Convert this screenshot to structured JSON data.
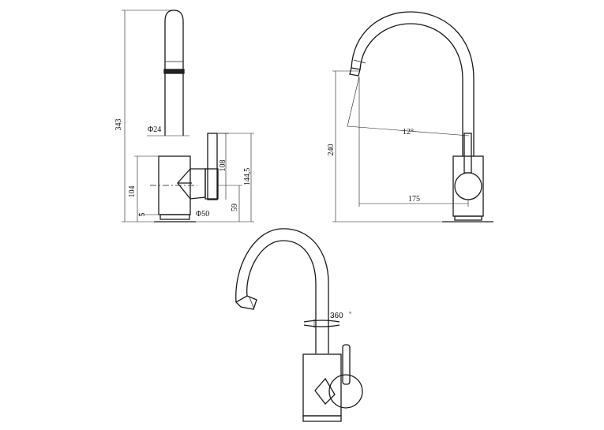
{
  "side_view": {
    "height_total": "343",
    "spout_diameter": "Φ24",
    "body_height": "104",
    "base_offset": "5",
    "base_diameter": "Φ50",
    "handle_height": "108",
    "lever_height": "144,5",
    "lever_lower": "59"
  },
  "front_view": {
    "spout_height": "240",
    "swing_angle": "12°",
    "reach": "175"
  },
  "iso_view": {
    "rotation": "360",
    "rotation_unit": "°"
  }
}
